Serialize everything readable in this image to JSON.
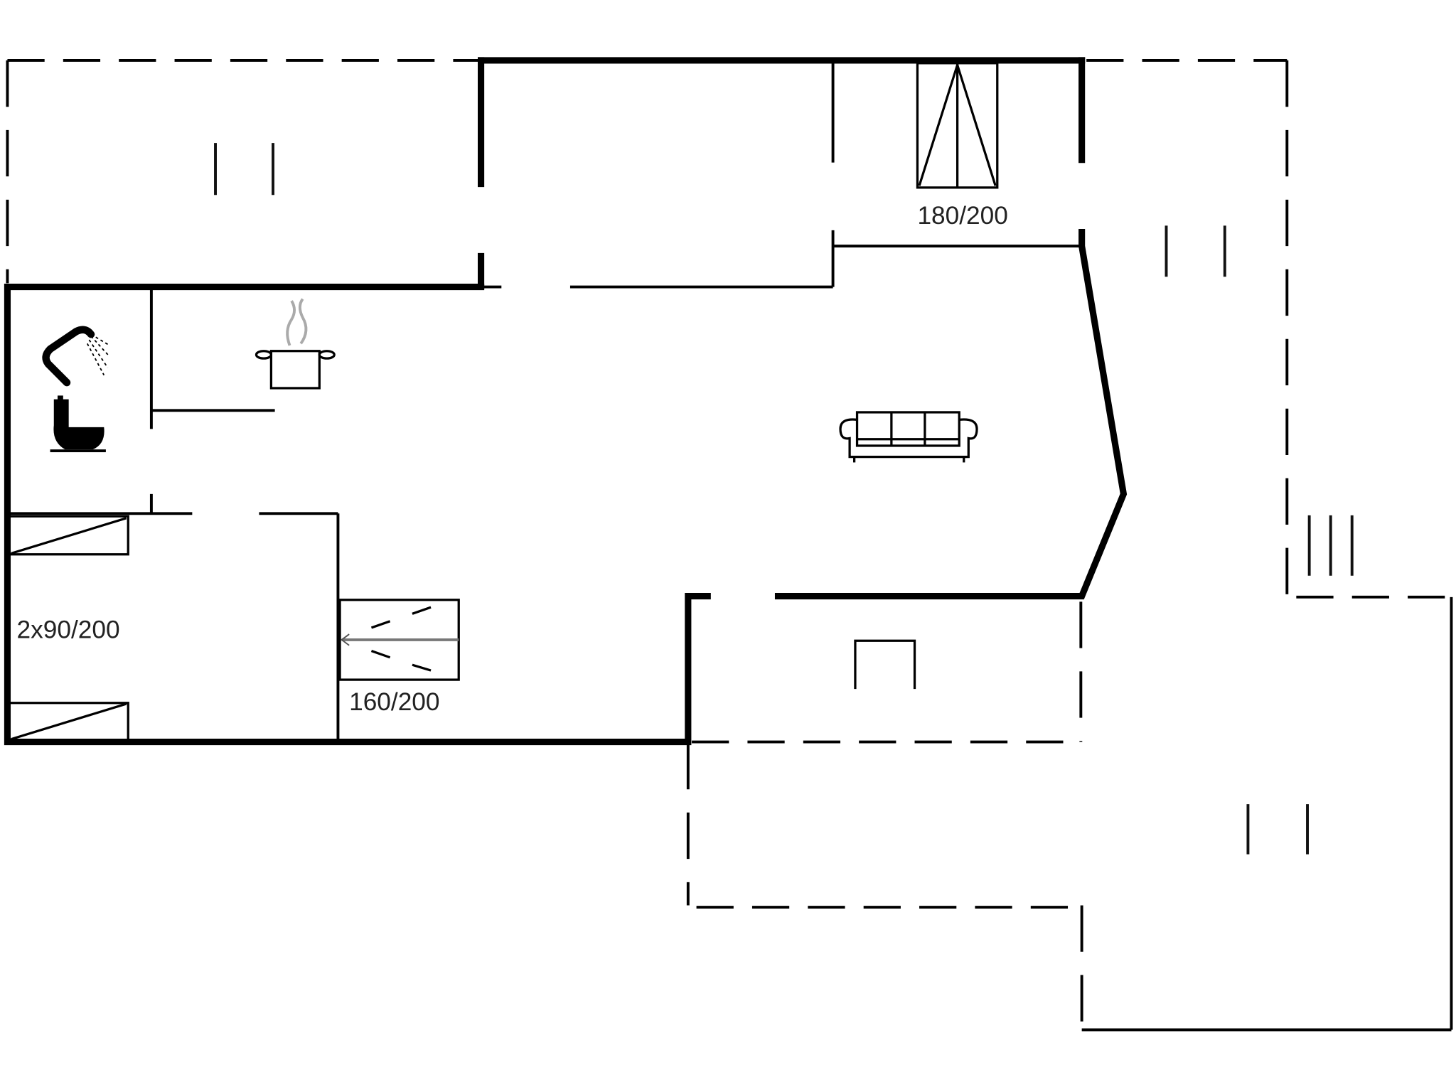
{
  "diagram": {
    "type": "floor-plan",
    "labels": {
      "bed_master": "180/200",
      "bed_double": "160/200",
      "bed_twin": "2x90/200"
    },
    "icons": {
      "shower": "shower-icon",
      "toilet": "toilet-icon",
      "kitchen": "cooking-pot-icon",
      "living": "sofa-icon",
      "fireplace": "fireplace-icon",
      "terrace_markers": "terrace-slat-icon"
    },
    "colors": {
      "walls": "#000000",
      "background": "#ffffff",
      "text": "#222222",
      "steam": "#aaaaaa"
    }
  }
}
